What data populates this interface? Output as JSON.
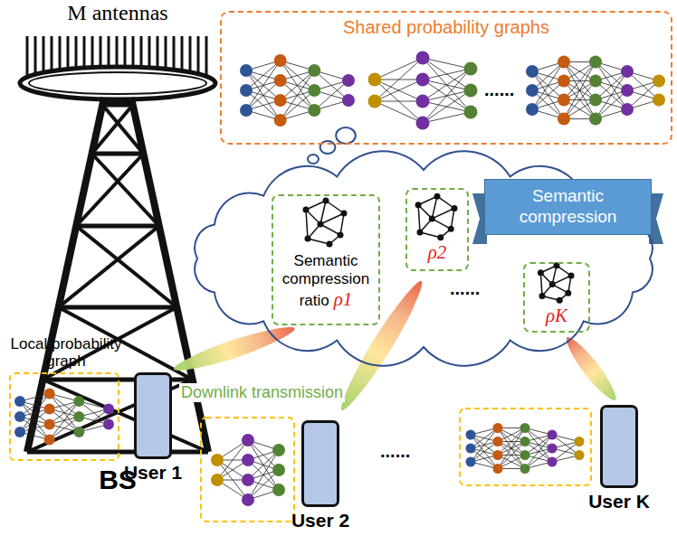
{
  "diagram": {
    "nodes": [
      {
        "text": [
          "M antennas",
          "BS"
        ]
      },
      {
        "text": [
          "Shared probability graphs",
          "......"
        ]
      },
      {
        "text": [
          "......"
        ]
      },
      {
        "text": [
          "Semantic compression"
        ],
        "in": 2
      },
      {
        "text": [
          "Semantic compression ratio",
          "ρ1"
        ],
        "in": 2
      },
      {
        "text": [
          "ρ2"
        ],
        "in": 2
      },
      {
        "text": [
          "ρK"
        ],
        "in": 2
      },
      {
        "text": [
          "Local probability graph"
        ]
      },
      {
        "text": [
          "User 1"
        ]
      },
      {
        "text": [
          "User 2"
        ]
      },
      {
        "text": [
          "User K"
        ]
      }
    ],
    "edges": [
      {
        "from": 4,
        "to": 8,
        "arrow": "none"
      },
      {
        "from": 5,
        "to": 9,
        "arrow": "none"
      },
      {
        "from": 6,
        "to": 10,
        "arrow": "none"
      }
    ],
    "labels": [
      "Downlink transmission",
      "......"
    ]
  }
}
